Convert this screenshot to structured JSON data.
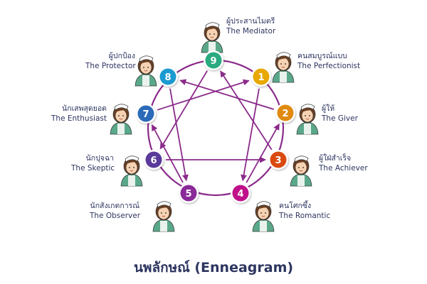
{
  "title": "นพลักษณ์ (Enneagram)",
  "colors": {
    "line": "#8a2a8a",
    "text": "#2d3560"
  },
  "types": [
    {
      "number": "1",
      "thai": "คนสมบูรณ์แบบ",
      "english": "The Perfectionist",
      "color": "#e8a800"
    },
    {
      "number": "2",
      "thai": "ผู้ให้",
      "english": "The Giver",
      "color": "#e08a10"
    },
    {
      "number": "3",
      "thai": "ผู้ใฝ่สำเร็จ",
      "english": "The Achiever",
      "color": "#d94a10"
    },
    {
      "number": "4",
      "thai": "คนโศกซึ้ง",
      "english": "The Romantic",
      "color": "#c0108a"
    },
    {
      "number": "5",
      "thai": "นักสังเกตการณ์",
      "english": "The Observer",
      "color": "#8a2a98"
    },
    {
      "number": "6",
      "thai": "นักปุจฉา",
      "english": "The Skeptic",
      "color": "#5a3a9a"
    },
    {
      "number": "7",
      "thai": "นักเสพสุดยอด",
      "english": "The Enthusiast",
      "color": "#2a6ab8"
    },
    {
      "number": "8",
      "thai": "ผู้ปกป้อง",
      "english": "The Protector",
      "color": "#1a9ad0"
    },
    {
      "number": "9",
      "thai": "ผู้ประสานไมตรี",
      "english": "The Mediator",
      "color": "#2aaa80"
    }
  ],
  "arrows": [
    [
      "1",
      "4"
    ],
    [
      "4",
      "2"
    ],
    [
      "2",
      "8"
    ],
    [
      "8",
      "5"
    ],
    [
      "5",
      "7"
    ],
    [
      "7",
      "1"
    ],
    [
      "9",
      "6"
    ],
    [
      "6",
      "3"
    ],
    [
      "3",
      "9"
    ]
  ]
}
